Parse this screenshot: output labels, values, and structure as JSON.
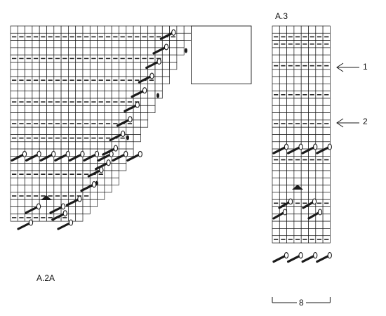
{
  "charts": {
    "a2a": {
      "label": "A.2A",
      "rows": 27,
      "cols": 25,
      "triangle_steps": 2
    },
    "a3": {
      "label": "A.3",
      "rows": 30,
      "cols": 8,
      "repeat_label": "8"
    }
  },
  "annotations": [
    {
      "label": "1"
    },
    {
      "label": "2"
    }
  ],
  "colors": {
    "grid": "#1a1a1a",
    "purl": "#1a1a1a",
    "cable": "#1a1a1a",
    "background": "#ffffff"
  }
}
